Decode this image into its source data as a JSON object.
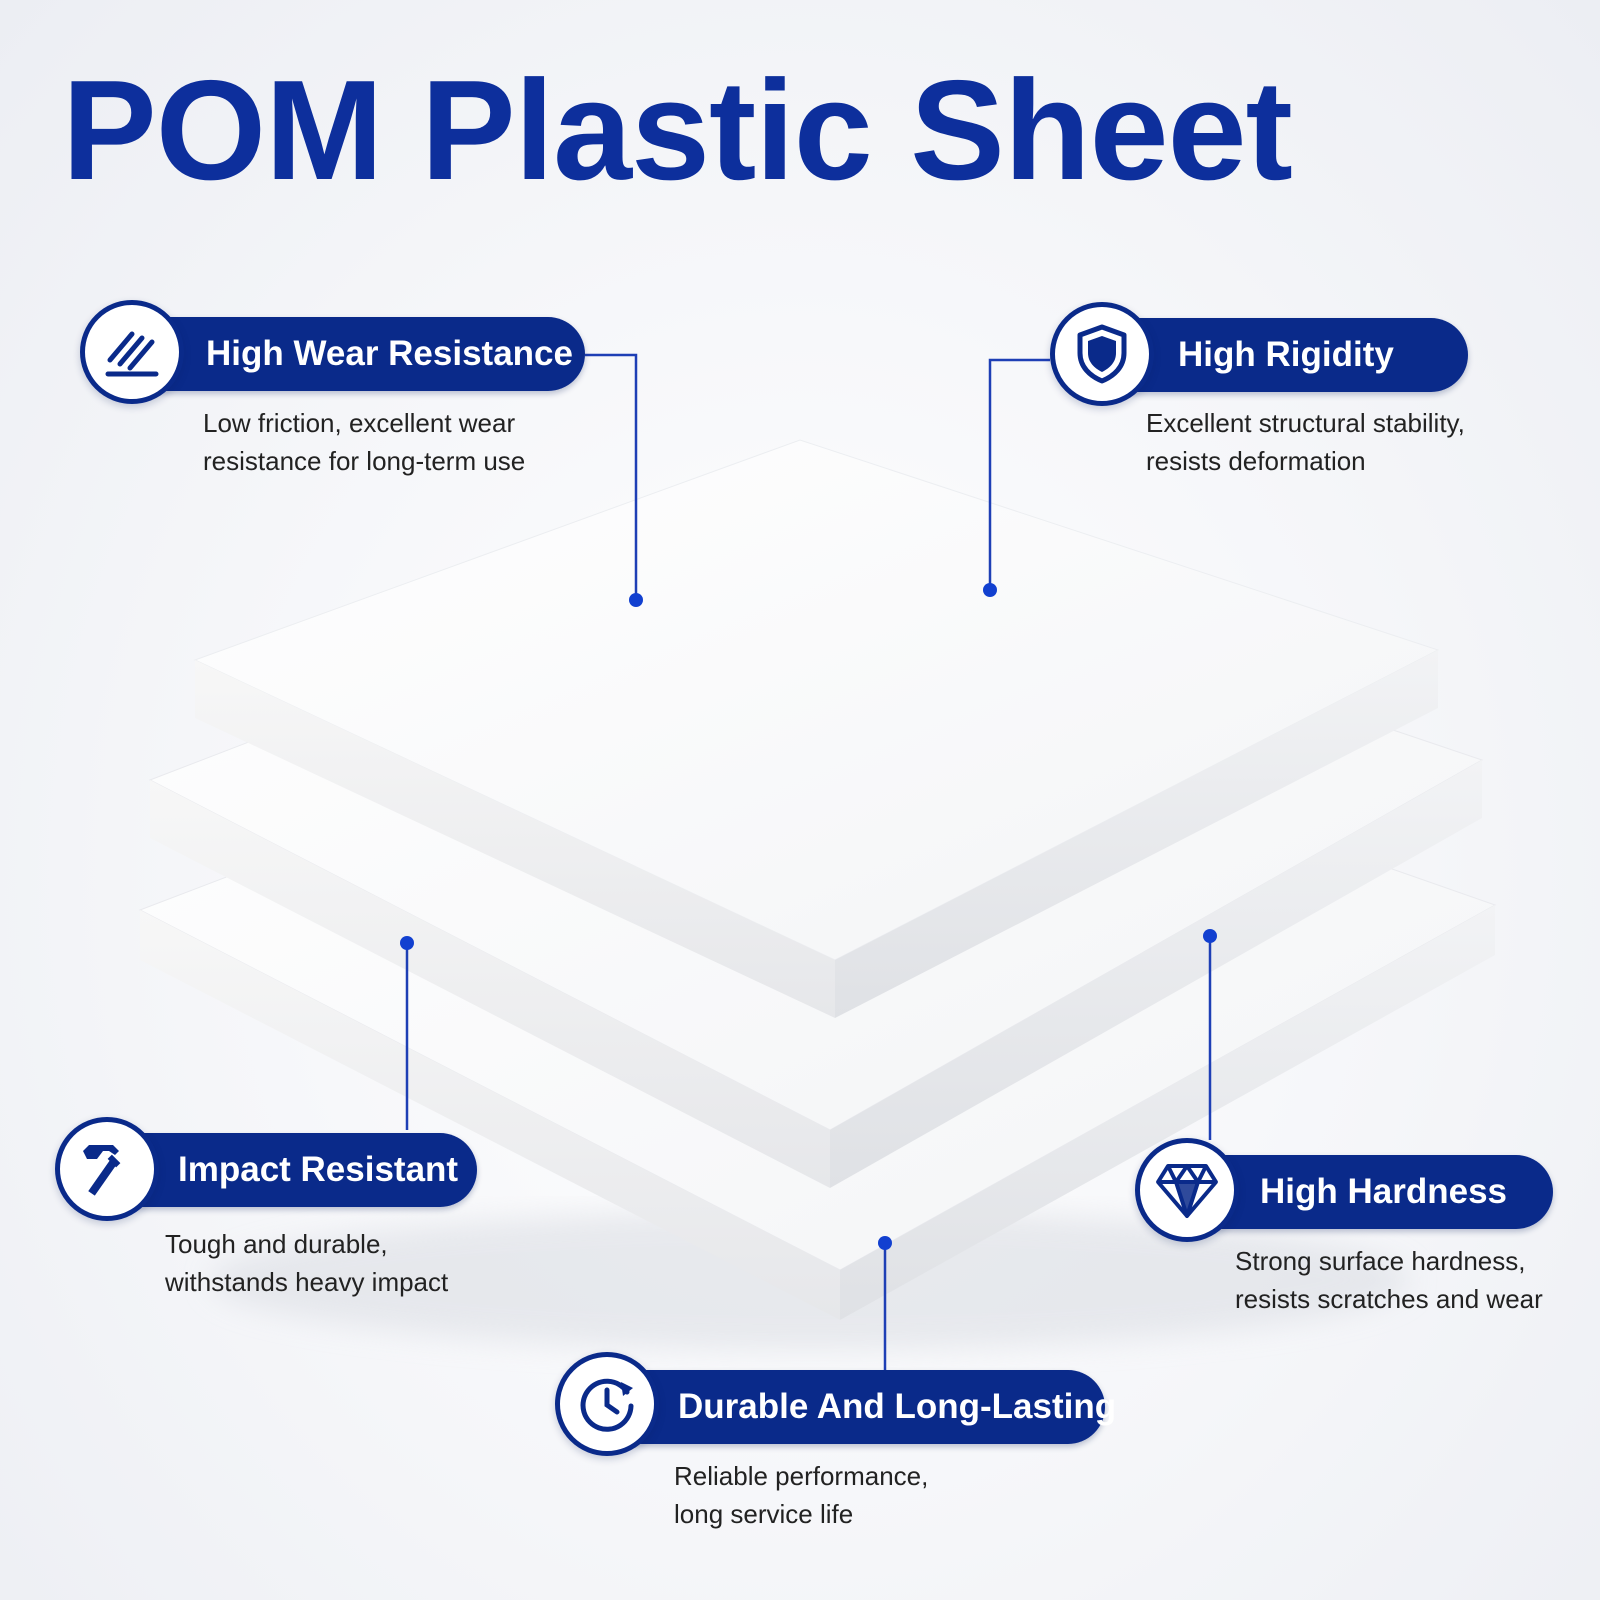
{
  "title": "POM Plastic Sheet",
  "colors": {
    "brand_blue": "#0a2a8a",
    "title_blue": "#0d2f9c",
    "connector_blue": "#1e3fb5",
    "dot_blue": "#1240d0"
  },
  "features": [
    {
      "id": "wear",
      "icon": "wear-lines-icon",
      "label": "High Wear Resistance",
      "desc_lines": [
        "Low friction, excellent wear",
        "resistance for long-term use"
      ]
    },
    {
      "id": "rigidity",
      "icon": "shield-icon",
      "label": "High Rigidity",
      "desc_lines": [
        "Excellent structural stability,",
        "resists deformation"
      ]
    },
    {
      "id": "impact",
      "icon": "hammer-icon",
      "label": "Impact Resistant",
      "desc_lines": [
        "Tough and durable,",
        "withstands heavy impact"
      ]
    },
    {
      "id": "hardness",
      "icon": "diamond-icon",
      "label": "High Hardness",
      "desc_lines": [
        "Strong surface hardness,",
        "resists scratches and wear"
      ]
    },
    {
      "id": "durable",
      "icon": "clock-refresh-icon",
      "label": "Durable And Long-Lasting",
      "desc_lines": [
        "Reliable performance,",
        "long service life"
      ]
    }
  ]
}
